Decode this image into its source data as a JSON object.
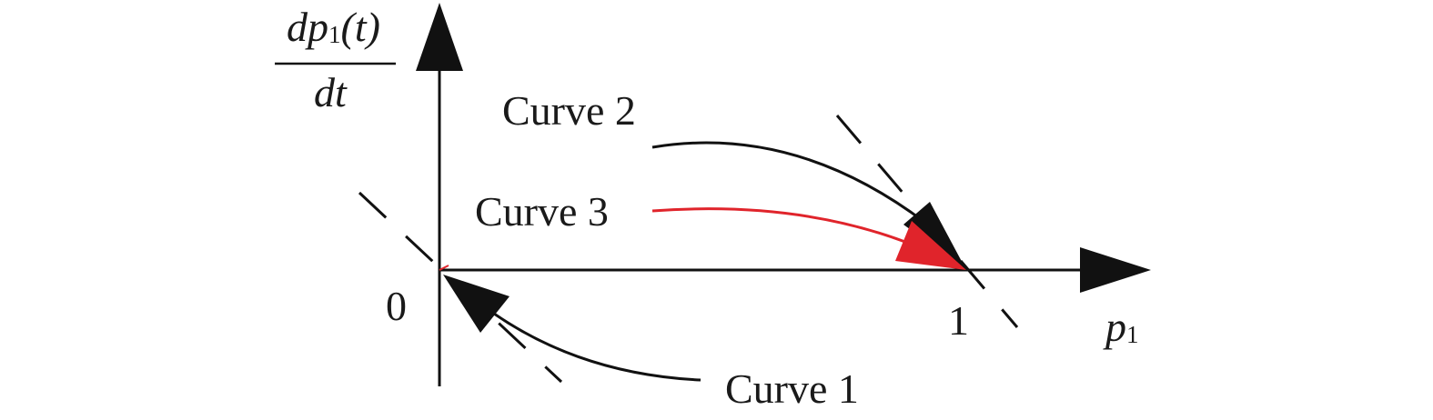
{
  "axes": {
    "y_label": {
      "numerator": "dp",
      "numerator_sub": "1",
      "numerator_arg": "(t)",
      "denominator": "dt"
    },
    "x_label": {
      "text": "p",
      "sub": "1"
    },
    "origin_tick": "0",
    "one_tick": "1"
  },
  "curves": [
    {
      "label": "Curve 1",
      "color": "#111111"
    },
    {
      "label": "Curve 2",
      "color": "#111111"
    },
    {
      "label": "Curve 3",
      "color": "#e0242b"
    }
  ],
  "colors": {
    "axis": "#111111",
    "dashed": "#111111",
    "curve3": "#e0242b"
  }
}
